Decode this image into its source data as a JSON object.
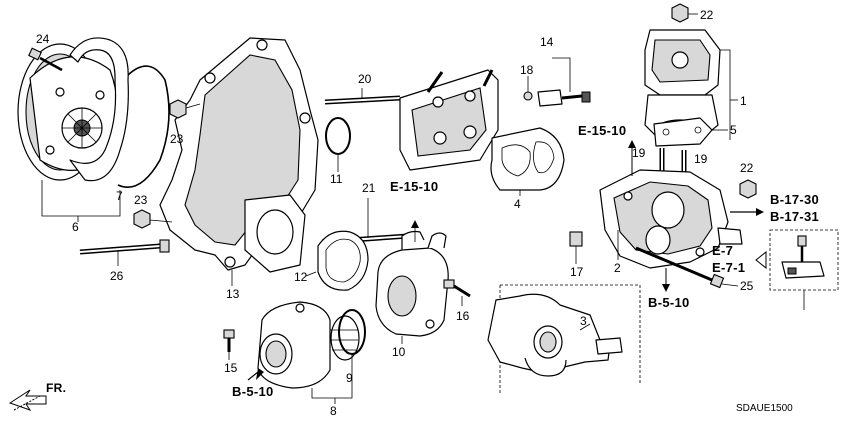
{
  "labels": {
    "l1": "1",
    "l2": "2",
    "l3": "3",
    "l4": "4",
    "l5": "5",
    "l6": "6",
    "l7": "7",
    "l8": "8",
    "l9": "9",
    "l10": "10",
    "l11": "11",
    "l12": "12",
    "l13": "13",
    "l14": "14",
    "l15": "15",
    "l16": "16",
    "l17": "17",
    "l18": "18",
    "l19a": "19",
    "l19b": "19",
    "l20": "20",
    "l21": "21",
    "l22a": "22",
    "l22b": "22",
    "l23a": "23",
    "l23b": "23",
    "l24": "24",
    "l25": "25",
    "l26": "26"
  },
  "refs": {
    "e1510_top": "E-15-10",
    "e1510_mid": "E-15-10",
    "b1730": "B-17-30",
    "b1731": "B-17-31",
    "e7": "E-7",
    "e71": "E-7-1",
    "b510_right": "B-5-10",
    "b510_left": "B-5-10"
  },
  "front_marker": "FR.",
  "diagram_code": "SDAUE1500"
}
